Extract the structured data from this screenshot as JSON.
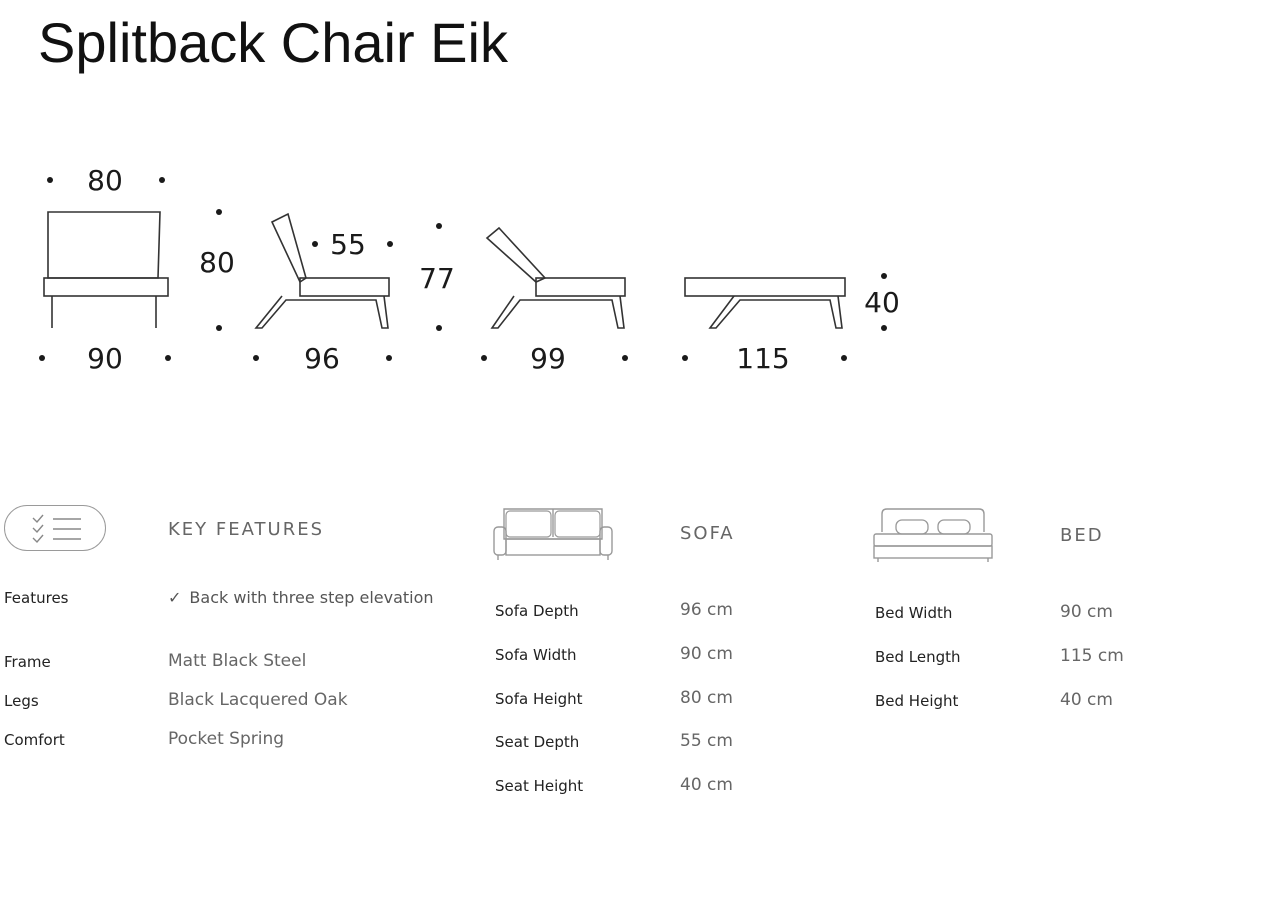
{
  "title": "Splitback Chair Eik",
  "dimensions": {
    "chair_width": "80",
    "chair_height": "80",
    "seat_depth": "55",
    "chair_base_width": "90",
    "recline1_depth": "96",
    "recline_height": "77",
    "recline2_depth": "99",
    "bed_length": "115",
    "bed_height": "40"
  },
  "key_features": {
    "heading": "KEY FEATURES",
    "rows": [
      {
        "label": "Features",
        "value": "Back with three step elevation",
        "check": "✓"
      },
      {
        "label": "Frame",
        "value": "Matt Black Steel"
      },
      {
        "label": "Legs",
        "value": "Black Lacquered Oak"
      },
      {
        "label": "Comfort",
        "value": "Pocket Spring"
      }
    ]
  },
  "sofa": {
    "heading": "SOFA",
    "rows": [
      {
        "label": "Sofa Depth",
        "value": "96 cm"
      },
      {
        "label": "Sofa Width",
        "value": "90 cm"
      },
      {
        "label": "Sofa Height",
        "value": "80 cm"
      },
      {
        "label": "Seat Depth",
        "value": "55 cm"
      },
      {
        "label": "Seat Height",
        "value": "40 cm"
      }
    ]
  },
  "bed": {
    "heading": "BED",
    "rows": [
      {
        "label": "Bed Width",
        "value": "90 cm"
      },
      {
        "label": "Bed Length",
        "value": "115 cm"
      },
      {
        "label": "Bed Height",
        "value": "40 cm"
      }
    ]
  },
  "icons": {
    "features": "checklist-icon",
    "sofa": "sofa-icon",
    "bed": "bed-icon"
  }
}
